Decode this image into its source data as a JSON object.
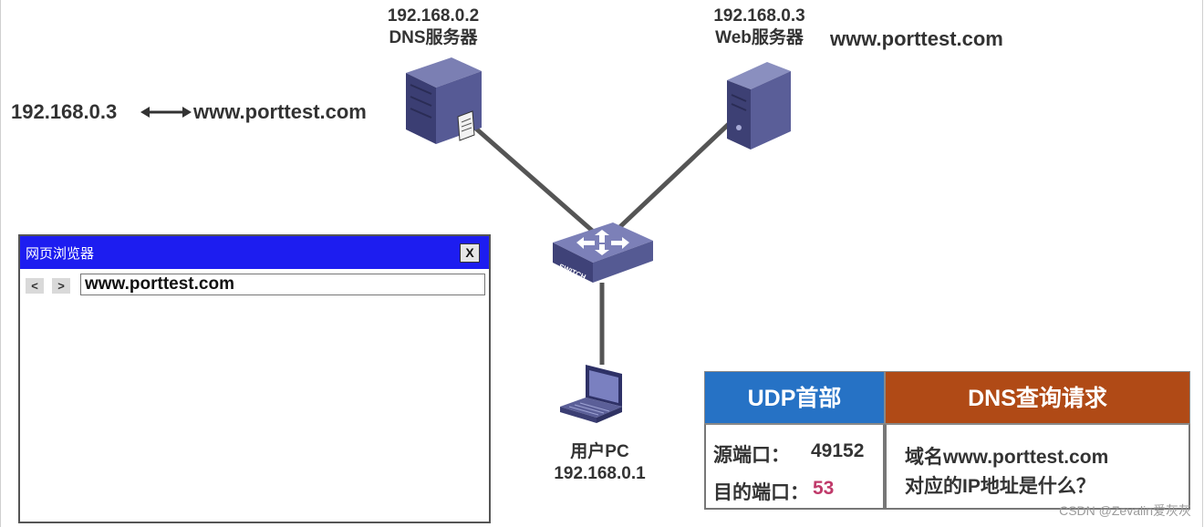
{
  "dns_server": {
    "ip": "192.168.0.2",
    "name": "DNS服务器"
  },
  "web_server": {
    "ip": "192.168.0.3",
    "name": "Web服务器",
    "domain": "www.porttest.com"
  },
  "dns_record": {
    "ip": "192.168.0.3",
    "domain": "www.porttest.com"
  },
  "switch": {
    "label": "SWITCH"
  },
  "user_pc": {
    "name": "用户PC",
    "ip": "192.168.0.1"
  },
  "browser": {
    "title": "网页浏览器",
    "close_label": "X",
    "back_label": "<",
    "forward_label": ">",
    "url": "www.porttest.com"
  },
  "packet": {
    "udp_header": "UDP首部",
    "dns_header": "DNS查询请求",
    "src_port_label": "源端口：",
    "src_port_value": "49152",
    "dst_port_label": "目的端口：",
    "dst_port_value": "53",
    "dst_port_color": "#c03a6a",
    "query_line1": "域名www.porttest.com",
    "query_line2": "对应的IP地址是什么？",
    "udp_color": "#2672c5",
    "dns_color": "#b04a16"
  },
  "watermark": "CSDN @Zevalin爱灰灰"
}
